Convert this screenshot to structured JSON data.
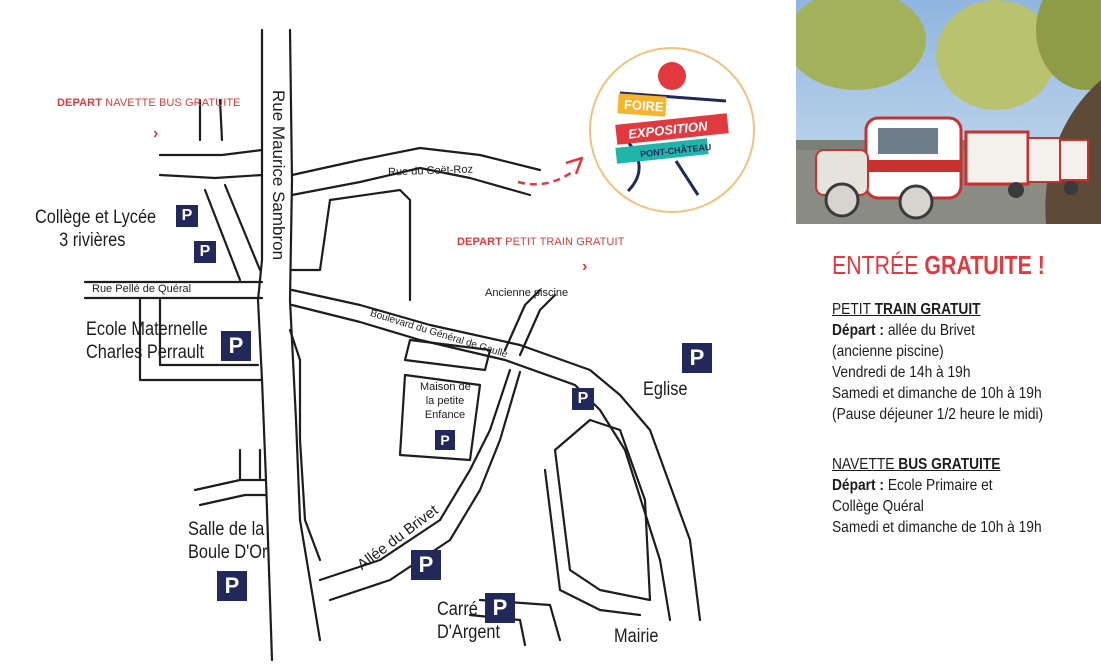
{
  "depart_bus": {
    "prefix": "DEPART",
    "rest": " NAVETTE BUS GRATUITE"
  },
  "depart_train": {
    "prefix": "DEPART",
    "rest": " PETIT TRAIN GRATUIT"
  },
  "streets": {
    "maurice_sambron": "Rue Maurice Sambron",
    "coet_roz": "Rue du Coët-Roz",
    "pelle_queral": "Rue Pellé de Quéral",
    "gaulle": "Boulevard du Général de Gaulle",
    "brivet": "Allée du Brivet"
  },
  "places": {
    "college": [
      "Collège et Lycée",
      "3 rivières"
    ],
    "ecole": [
      "Ecole Maternelle",
      "Charles Perrault"
    ],
    "salle": [
      "Salle de la",
      "Boule D'Or"
    ],
    "carre": [
      "Carré",
      "D'Argent"
    ],
    "mairie": "Mairie",
    "eglise": "Eglise",
    "piscine": "Ancienne piscine",
    "maison": [
      "Maison de",
      "la petite",
      "Enfance"
    ]
  },
  "parking_symbol": "P",
  "logo": {
    "line1": "FOIRE",
    "line2": "EXPOSITION",
    "line3": "PONT-CHÂTEAU"
  },
  "entree": {
    "normal": "ENTRÉE ",
    "bold": "GRATUITE !"
  },
  "train": {
    "head_normal": "PETIT ",
    "head_bold": "TRAIN GRATUIT",
    "depart_label": "Départ :",
    "depart_value": " allée du Brivet",
    "lines": [
      "(ancienne piscine)",
      "Vendredi de 14h à 19h",
      "Samedi et dimanche de 10h à 19h",
      "(Pause déjeuner 1/2 heure le midi)"
    ]
  },
  "bus": {
    "head_normal": "NAVETTE ",
    "head_bold": "BUS GRATUITE",
    "depart_label": "Départ :",
    "depart_value": " Ecole Primaire et",
    "lines": [
      "Collège Quéral",
      "Samedi et dimanche de 10h à 19h"
    ]
  },
  "colors": {
    "accent": "#e03a3e",
    "parking": "#23285a",
    "logo_yellow": "#f6b32b",
    "logo_teal": "#1fb5a8"
  }
}
